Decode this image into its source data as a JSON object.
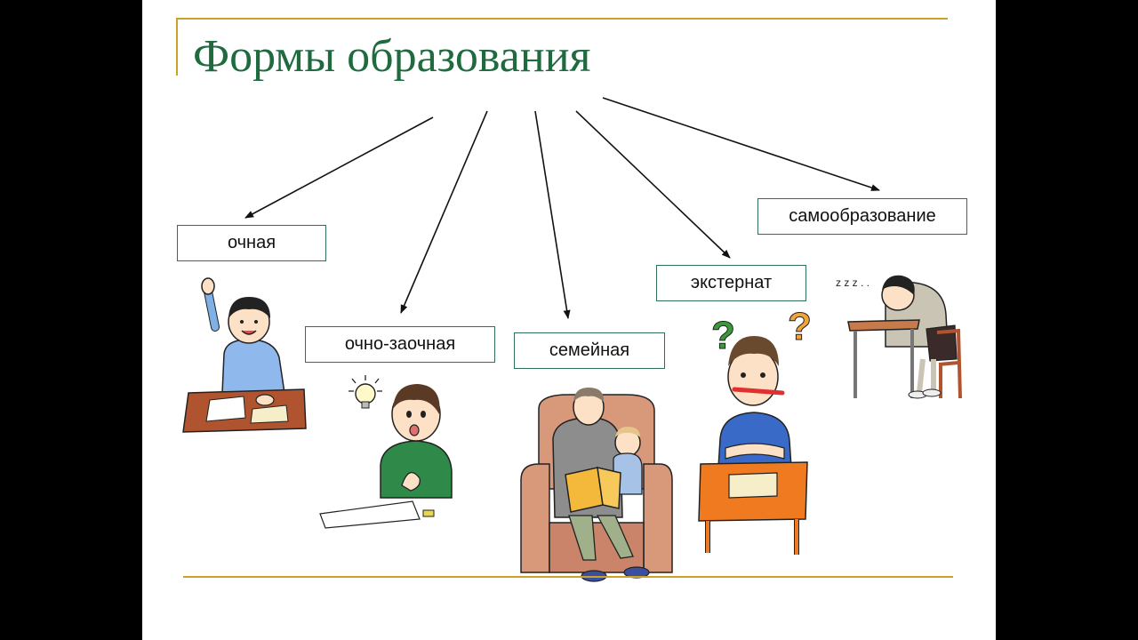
{
  "slide": {
    "title": "Формы образования",
    "forms": [
      {
        "label": "очная"
      },
      {
        "label": "очно-заочная"
      },
      {
        "label": "семейная"
      },
      {
        "label": "экстернат"
      },
      {
        "label": "самообразование"
      }
    ]
  },
  "colors": {
    "title": "#1f6b3f",
    "accent_line": "#c9a227",
    "box_border": "#2f6f55",
    "background": "#ffffff",
    "letterbox": "#000000"
  },
  "icons": [
    "raised-hand-student-illustration",
    "thinking-student-illustration",
    "family-reading-illustration",
    "confused-student-illustration",
    "sleeping-student-illustration"
  ]
}
